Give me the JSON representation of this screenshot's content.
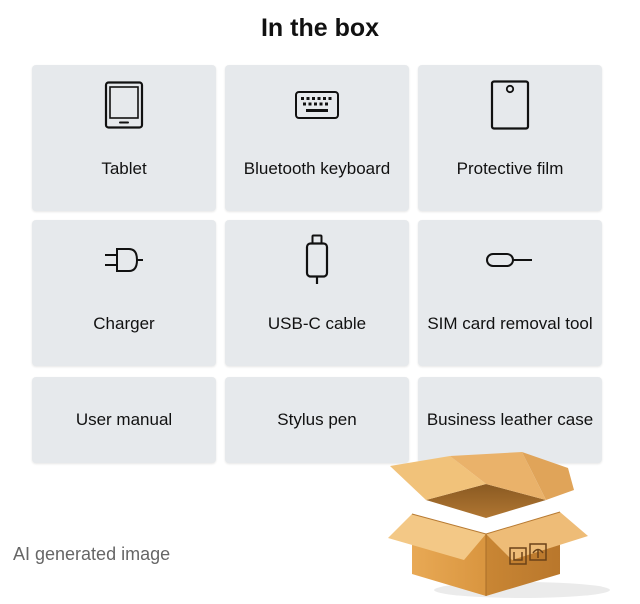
{
  "title": "In the box",
  "items": [
    {
      "label": "Tablet",
      "icon": "tablet-icon"
    },
    {
      "label": "Bluetooth keyboard",
      "icon": "keyboard-icon"
    },
    {
      "label": "Protective film",
      "icon": "protective-film-icon"
    },
    {
      "label": "Charger",
      "icon": "plug-icon"
    },
    {
      "label": "USB-C cable",
      "icon": "usb-c-cable-icon"
    },
    {
      "label": "SIM card removal tool",
      "icon": "sim-tool-icon"
    },
    {
      "label": "User manual"
    },
    {
      "label": "Stylus pen"
    },
    {
      "label": "Business leather case"
    }
  ],
  "watermark": "AI generated image",
  "colors": {
    "card_background": "#e6e9ec",
    "text": "#111111",
    "watermark": "#666666",
    "box_cardboard": "#e3a24e"
  }
}
